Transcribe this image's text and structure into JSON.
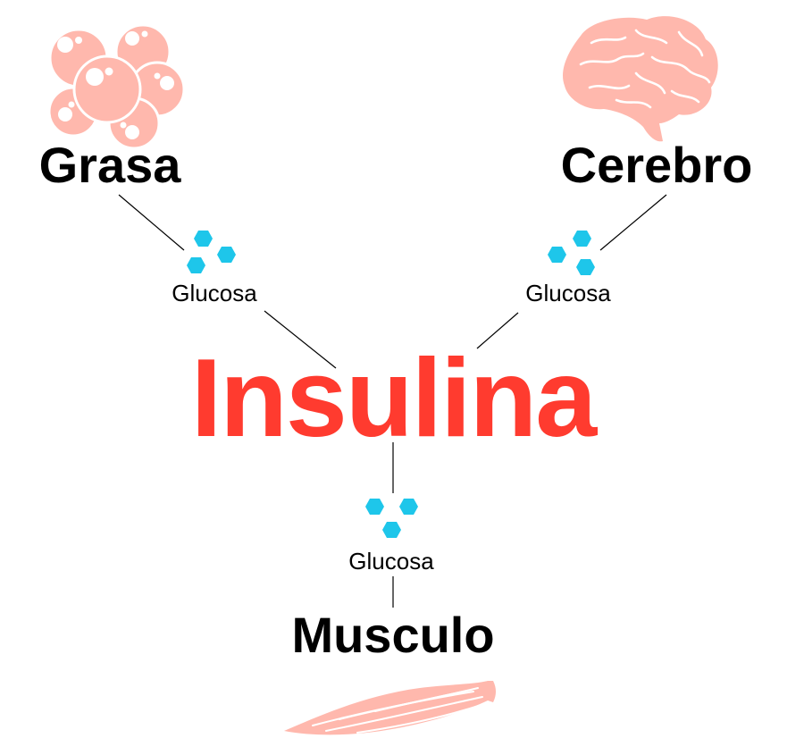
{
  "center": {
    "label": "Insulina",
    "color": "#ff3b2f"
  },
  "targets": {
    "grasa": {
      "label": "Grasa",
      "icon": "fat-cells-icon"
    },
    "cerebro": {
      "label": "Cerebro",
      "icon": "brain-icon"
    },
    "musculo": {
      "label": "Musculo",
      "icon": "muscle-icon"
    }
  },
  "glucose": {
    "label": "Glucosa",
    "icon": "glucose-molecule-icon"
  },
  "colors": {
    "icon_fill": "#ffb8ad",
    "glucose": "#1ec6ea",
    "text": "#000000",
    "line": "#000000"
  }
}
